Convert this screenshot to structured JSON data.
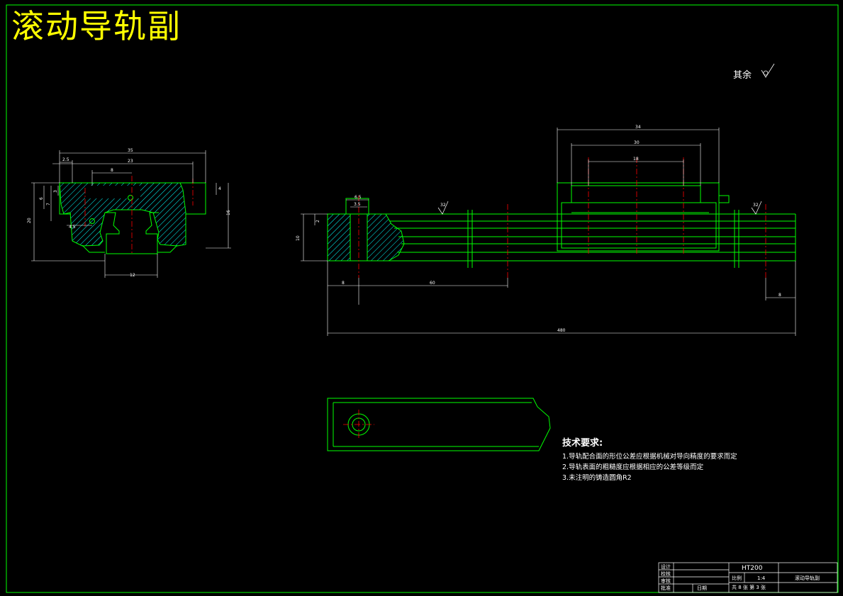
{
  "drawing": {
    "title": "滚动导轨副",
    "rest_roughness_label": "其余",
    "technical_requirements": {
      "heading": "技术要求:",
      "items": [
        "1.导轨配合面的形位公差应根据机械对导向精度的要求而定",
        "2.导轨表面的粗糙度应根据相应的公差等级而定",
        "3.未注明的铸造圆角R2"
      ]
    },
    "title_block": {
      "material": "HT200",
      "scale_label": "比例",
      "scale_value": "1:4",
      "part_name": "滚动导轨副",
      "sheet_info": "共 8 张  第 3 张",
      "rows": [
        "设计",
        "校核",
        "审核",
        "批准"
      ],
      "date_label": "日期"
    },
    "dimensions": {
      "cross_section": {
        "overall_width": "35",
        "left_offset": "2.5",
        "inner_width": "23",
        "center_offset": "8",
        "height_side": "4",
        "total_height": "20",
        "right_height": "16",
        "small_a": "6",
        "small_b": "7",
        "small_c": "3",
        "bottom_bore": "4.5",
        "rail_width": "12"
      },
      "side_view": {
        "block_width": "34",
        "inner_a": "30",
        "inner_b": "18",
        "hole_dia": "6.5",
        "counter_bore": "3.5",
        "left_height": "10",
        "left_small": "2",
        "end_gap": "8",
        "pitch": "60",
        "right_gap": "8",
        "total_length": "480"
      },
      "roughness": [
        "32",
        "32"
      ]
    },
    "colors": {
      "outline": "#00ff00",
      "centerline": "#ff0000",
      "hatch": "#00ffff",
      "dimension": "#ffffff",
      "title": "#ffff00",
      "frame": "#00ff00"
    }
  }
}
